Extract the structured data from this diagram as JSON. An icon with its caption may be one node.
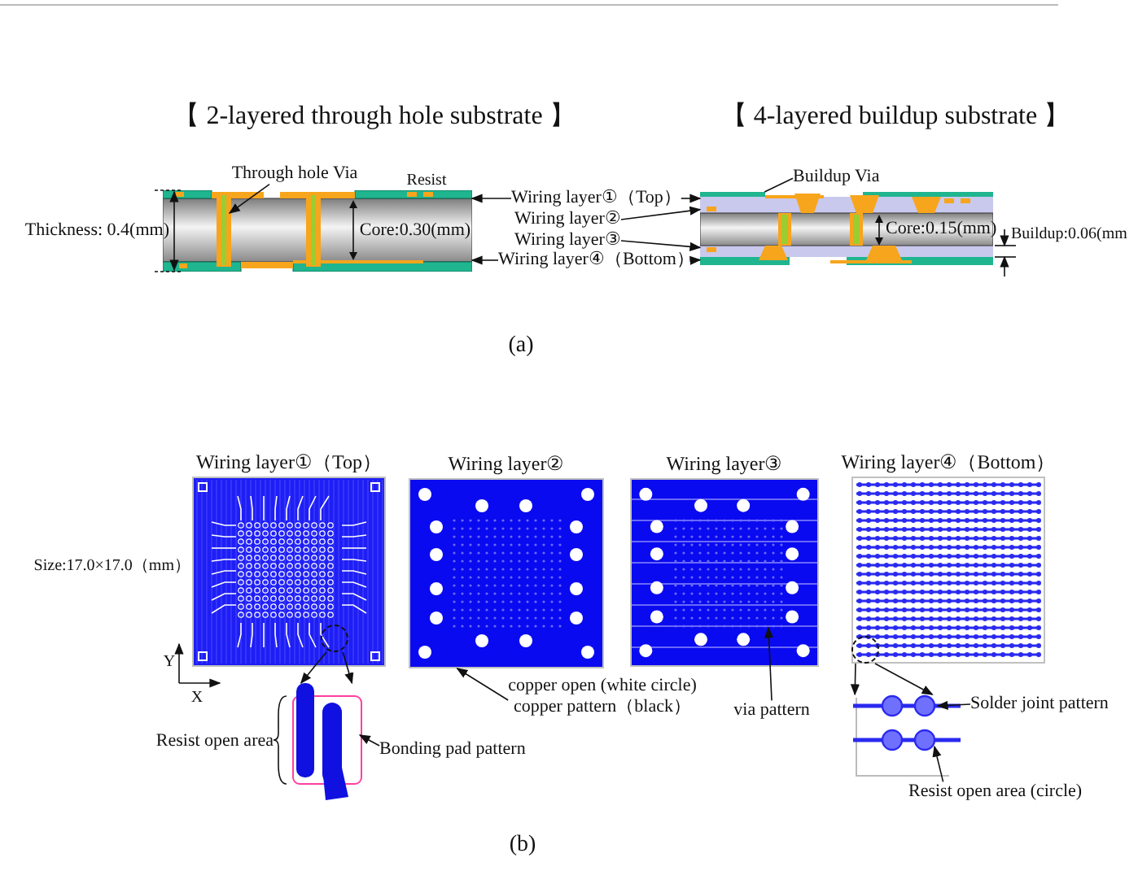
{
  "diagram": {
    "nodes": [
      {
        "text": [
          "Through hole Via"
        ]
      },
      {
        "text": [
          "Buildup Via"
        ]
      },
      {
        "text": [],
        "shape": "picture",
        "beside": [
          "【 2-layered through hole substrate 】",
          "Resist"
        ]
      },
      {
        "text": [
          "Wiring layer①（Top）"
        ]
      },
      {
        "text": [
          "Wiring layer②"
        ]
      },
      {
        "text": [
          "Wiring layer③"
        ]
      },
      {
        "text": [
          "Wiring layer④（Bottom）"
        ]
      },
      {
        "text": [],
        "shape": "picture",
        "beside": [
          "【 4-layered buildup substrate 】"
        ]
      },
      {
        "text": [
          "Wiring layer①（Top）"
        ]
      },
      {
        "text": [],
        "shape": "circle",
        "in": 8
      },
      {
        "text": [
          "Wiring layer②"
        ]
      },
      {
        "text": [
          "Wiring layer③"
        ]
      },
      {
        "text": [
          "Wiring layer④（Bottom）"
        ]
      },
      {
        "text": [],
        "shape": "circle",
        "in": 12
      },
      {
        "text": [],
        "shape": "picture",
        "beside": [
          "Resist open area"
        ]
      },
      {
        "text": [
          "Bonding pad pattern"
        ]
      },
      {
        "text": [
          "copper open (white circle)",
          "copper pattern（black）"
        ]
      },
      {
        "text": [
          "via pattern"
        ]
      },
      {
        "text": [],
        "shape": "picture"
      },
      {
        "text": [
          "Solder joint pattern"
        ]
      },
      {
        "text": [
          "Resist open area (circle)"
        ]
      }
    ],
    "edges": [
      {
        "from": 0,
        "to": null,
        "arrow": "to"
      },
      {
        "from": 1,
        "to": 7,
        "arrow": "none"
      },
      {
        "from": 3,
        "to": 2,
        "arrow": "to"
      },
      {
        "from": 3,
        "to": 7,
        "arrow": "to"
      },
      {
        "from": 4,
        "to": 7,
        "arrow": "to"
      },
      {
        "from": 5,
        "to": 7,
        "arrow": "to"
      },
      {
        "from": 6,
        "to": 2,
        "arrow": "to"
      },
      {
        "from": 6,
        "to": 7,
        "arrow": "to"
      },
      {
        "from": 9,
        "to": 14,
        "arrow": "to"
      },
      {
        "from": 9,
        "to": 14,
        "arrow": "to"
      },
      {
        "from": 15,
        "to": null,
        "arrow": "to"
      },
      {
        "from": 16,
        "to": 10,
        "arrow": "to"
      },
      {
        "from": 17,
        "to": 11,
        "arrow": "to"
      },
      {
        "from": 13,
        "to": 18,
        "arrow": "to"
      },
      {
        "from": 13,
        "to": 18,
        "arrow": "to"
      },
      {
        "from": 19,
        "to": null,
        "arrow": "to"
      },
      {
        "from": 20,
        "to": null,
        "arrow": "to"
      }
    ],
    "labels": [
      "Thickness: 0.4(mm)",
      "Core:0.30(mm)",
      "Core:0.15(mm)",
      "Buildup:0.06(mm",
      "(a)",
      "Size:17.0×17.0（mm）",
      "Y",
      "X",
      "(b)"
    ]
  }
}
